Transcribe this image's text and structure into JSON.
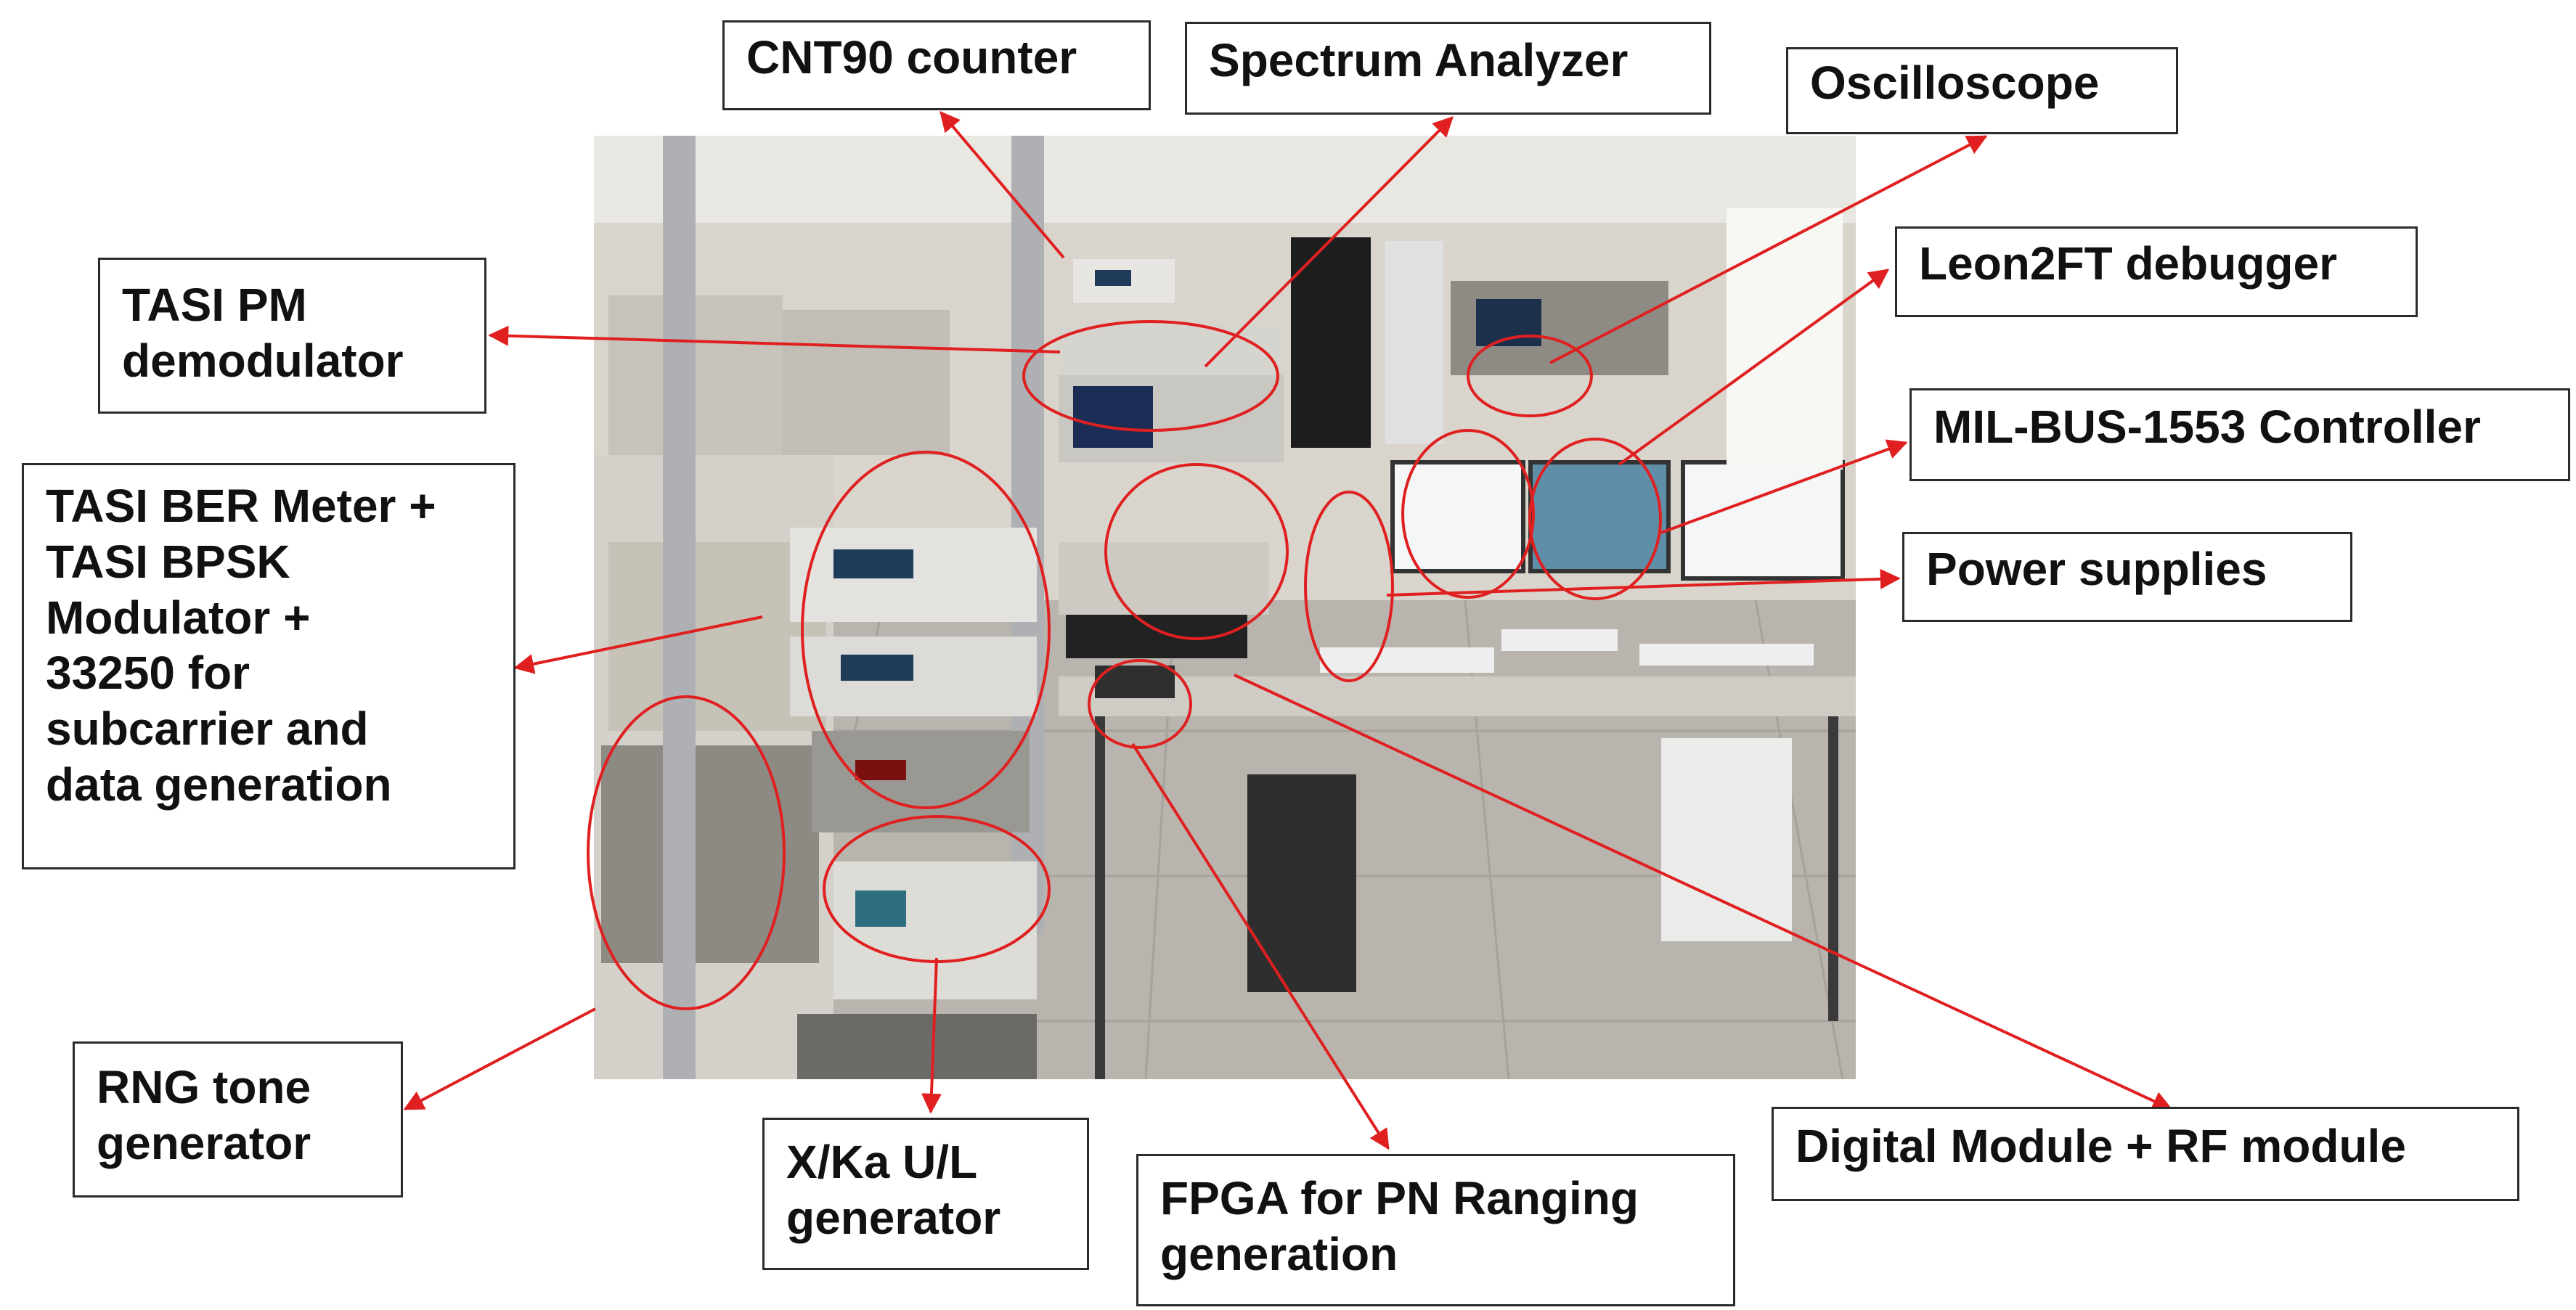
{
  "labels": {
    "cnt90": "CNT90 counter",
    "spectrum": "Spectrum Analyzer",
    "oscilloscope": "Oscilloscope",
    "leon": "Leon2FT debugger",
    "milbus": "MIL-BUS-1553 Controller",
    "power": "Power supplies",
    "tasi_pm": "TASI PM\ndemodulator",
    "tasi_ber": "TASI BER Meter +\nTASI BPSK\nModulator +\n33250 for\nsubcarrier and\ndata generation",
    "rng": "RNG tone\ngenerator",
    "xka": "X/Ka U/L\ngenerator",
    "fpga": "FPGA for PN Ranging\ngeneration",
    "digital": "Digital Module + RF module"
  },
  "colors": {
    "annotation": "#e02020",
    "box_border": "#2b2b2b",
    "text": "#111111"
  },
  "photo": {
    "subject": "lab-bench-photo"
  }
}
